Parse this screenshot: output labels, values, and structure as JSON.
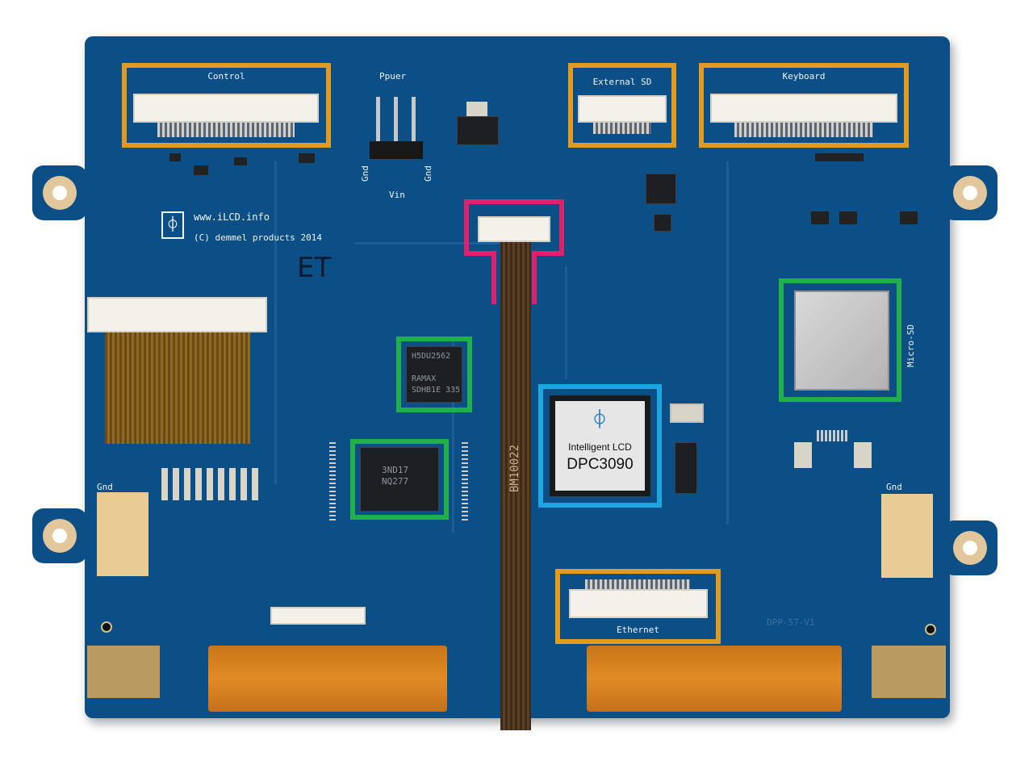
{
  "labels": {
    "control": "Control",
    "power": "Ppuer",
    "external_sd": "External SD",
    "keyboard": "Keyboard",
    "gnd_left_pin": "Gnd",
    "gnd_right_pin": "Gnd",
    "vin": "Vin",
    "website": "www.iLCD.info",
    "copyright": "(C) demmel products 2014",
    "et_mark": "ET",
    "micro_sd": "Micro-SD",
    "gnd_left_pad": "Gnd",
    "gnd_right_pad": "Gnd",
    "ethernet": "Ethernet",
    "board_code": "DPP-57-V1"
  },
  "dpc": {
    "brand": "Intelligent LCD",
    "model": "DPC3090"
  },
  "chips": {
    "flash_top": [
      "H5DU2562",
      "RAMAX",
      "SDHB1E 335"
    ],
    "flash_bottom": [
      "3ND17",
      "NQ277"
    ],
    "ribbon_marking": "BM10022"
  },
  "colors": {
    "board": "#0c4f86",
    "connector_highlight": "#e39a20",
    "memory_highlight": "#1fb04a",
    "processor_highlight": "#1da6e0",
    "cable_highlight": "#e0206a"
  }
}
